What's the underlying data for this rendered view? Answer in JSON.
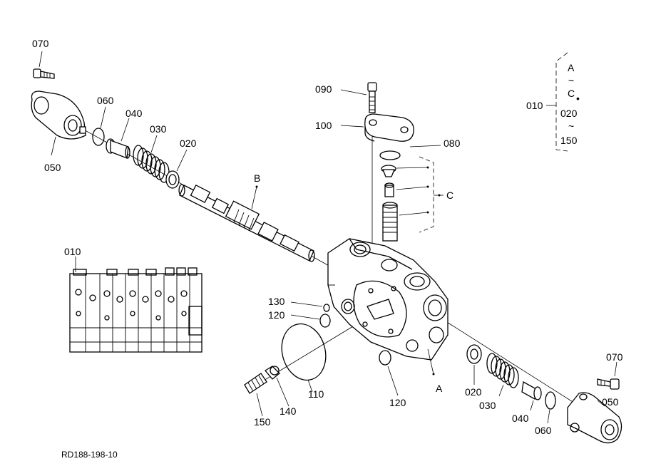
{
  "diagram": {
    "drawing_number": "RD188-198-10",
    "callouts": {
      "c070_top": "070",
      "c060_top": "060",
      "c040_top": "040",
      "c030_top": "030",
      "c020_top": "020",
      "c050_top": "050",
      "cB": "B",
      "c090": "090",
      "c100": "100",
      "c080": "080",
      "cC": "C",
      "c010_inset": "010",
      "c130": "130",
      "c120_left": "120",
      "c110": "110",
      "c150": "150",
      "c140": "140",
      "c120_bottom": "120",
      "cA": "A",
      "c020_bottom": "020",
      "c030_bottom": "030",
      "c040_bottom": "040",
      "c060_bottom": "060",
      "c070_bottom": "070",
      "c050_bottom": "050"
    },
    "legend": {
      "label": "010",
      "line1": "A",
      "tilde1": "~",
      "line2": "C",
      "dot": "•",
      "line3": "020",
      "tilde2": "~",
      "line4": "150"
    }
  }
}
